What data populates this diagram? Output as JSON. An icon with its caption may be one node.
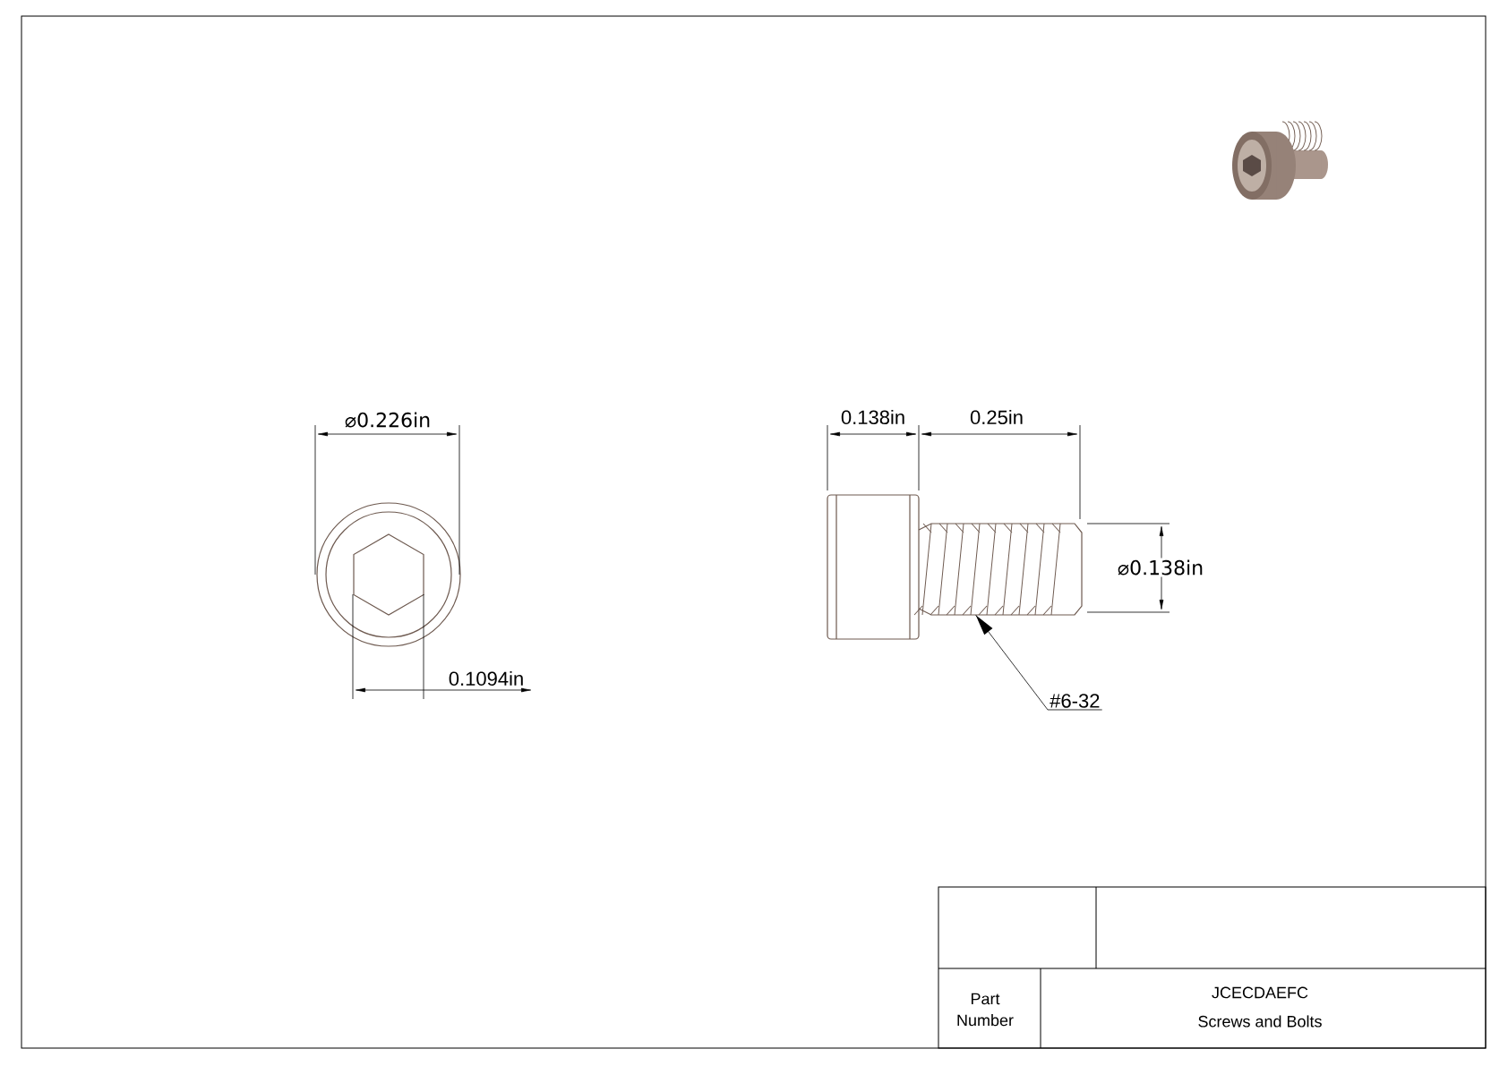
{
  "diagram": {
    "nodes": [
      {
        "text": [],
        "shape": "picture"
      },
      {
        "text": [
          "#6-32"
        ]
      }
    ],
    "edges": [
      {
        "from": 1,
        "to": 0,
        "arrow": "to"
      }
    ],
    "labels": [
      "⌀0.226in",
      "0.1094in",
      "0.138in",
      "0.25in",
      "⌀0.138in",
      "Part Number",
      "JCECDAEFC",
      "Screws and Bolts"
    ]
  }
}
